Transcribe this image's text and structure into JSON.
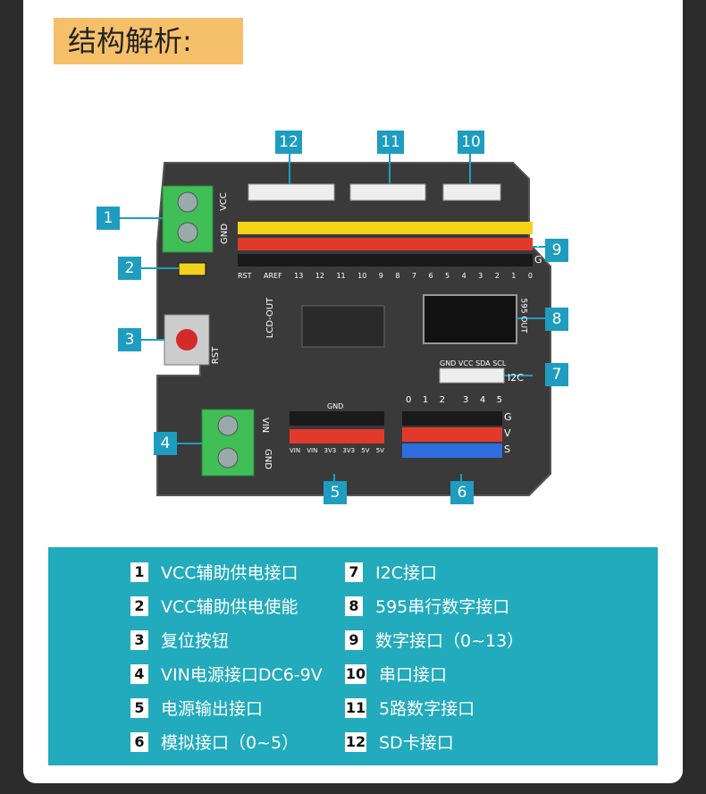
{
  "title": "结构解析:",
  "board": {
    "labels": {
      "vcc": "VCC",
      "gnd": "GND",
      "rst": "RST",
      "vin": "VIN",
      "gnd2": "GND",
      "i2c": "I2C",
      "lcd_out": "LCD-OUT",
      "out_595": "595 OUT",
      "gnd_top": "GND",
      "row_s": "S",
      "row_v": "V",
      "row_g": "G",
      "i2c_pins": "GND VCC SDA SCL",
      "digital_numbers": [
        "RST",
        "AREF",
        "13",
        "12",
        "11",
        "10",
        "9",
        "8",
        "7",
        "6",
        "5",
        "4",
        "3",
        "2",
        "1",
        "0"
      ],
      "power_pins": [
        "VIN",
        "VIN",
        "3V3",
        "3V3",
        "5V",
        "5V"
      ],
      "analog_numbers_a": [
        "0",
        "1",
        "2"
      ],
      "analog_numbers_b": [
        "3",
        "4",
        "5"
      ],
      "row_g2": "G",
      "row_v2": "V",
      "row_s2": "S"
    },
    "callouts": [
      "1",
      "2",
      "3",
      "4",
      "5",
      "6",
      "7",
      "8",
      "9",
      "10",
      "11",
      "12"
    ]
  },
  "legend": {
    "left": [
      {
        "num": "1",
        "text": "VCC辅助供电接口"
      },
      {
        "num": "2",
        "text": "VCC辅助供电使能"
      },
      {
        "num": "3",
        "text": "复位按钮"
      },
      {
        "num": "4",
        "text": "VIN电源接口DC6-9V"
      },
      {
        "num": "5",
        "text": "电源输出接口"
      },
      {
        "num": "6",
        "text": "模拟接口（0~5）"
      }
    ],
    "right": [
      {
        "num": "7",
        "text": "I2C接口"
      },
      {
        "num": "8",
        "text": "595串行数字接口"
      },
      {
        "num": "9",
        "text": "数字接口（0~13）"
      },
      {
        "num": "10",
        "text": "串口接口"
      },
      {
        "num": "11",
        "text": "5路数字接口"
      },
      {
        "num": "12",
        "text": "SD卡接口"
      }
    ]
  },
  "colors": {
    "title_bg": "#f6c06a",
    "legend_bg": "#22aabd",
    "callout_bg": "#1e9dc0",
    "pcb": "#3a3a3a",
    "header_yellow": "#f2d21a",
    "header_red": "#e23a2a",
    "header_black": "#1a1a1a",
    "header_blue": "#2e6ee0",
    "terminal_green": "#3fbf56"
  }
}
